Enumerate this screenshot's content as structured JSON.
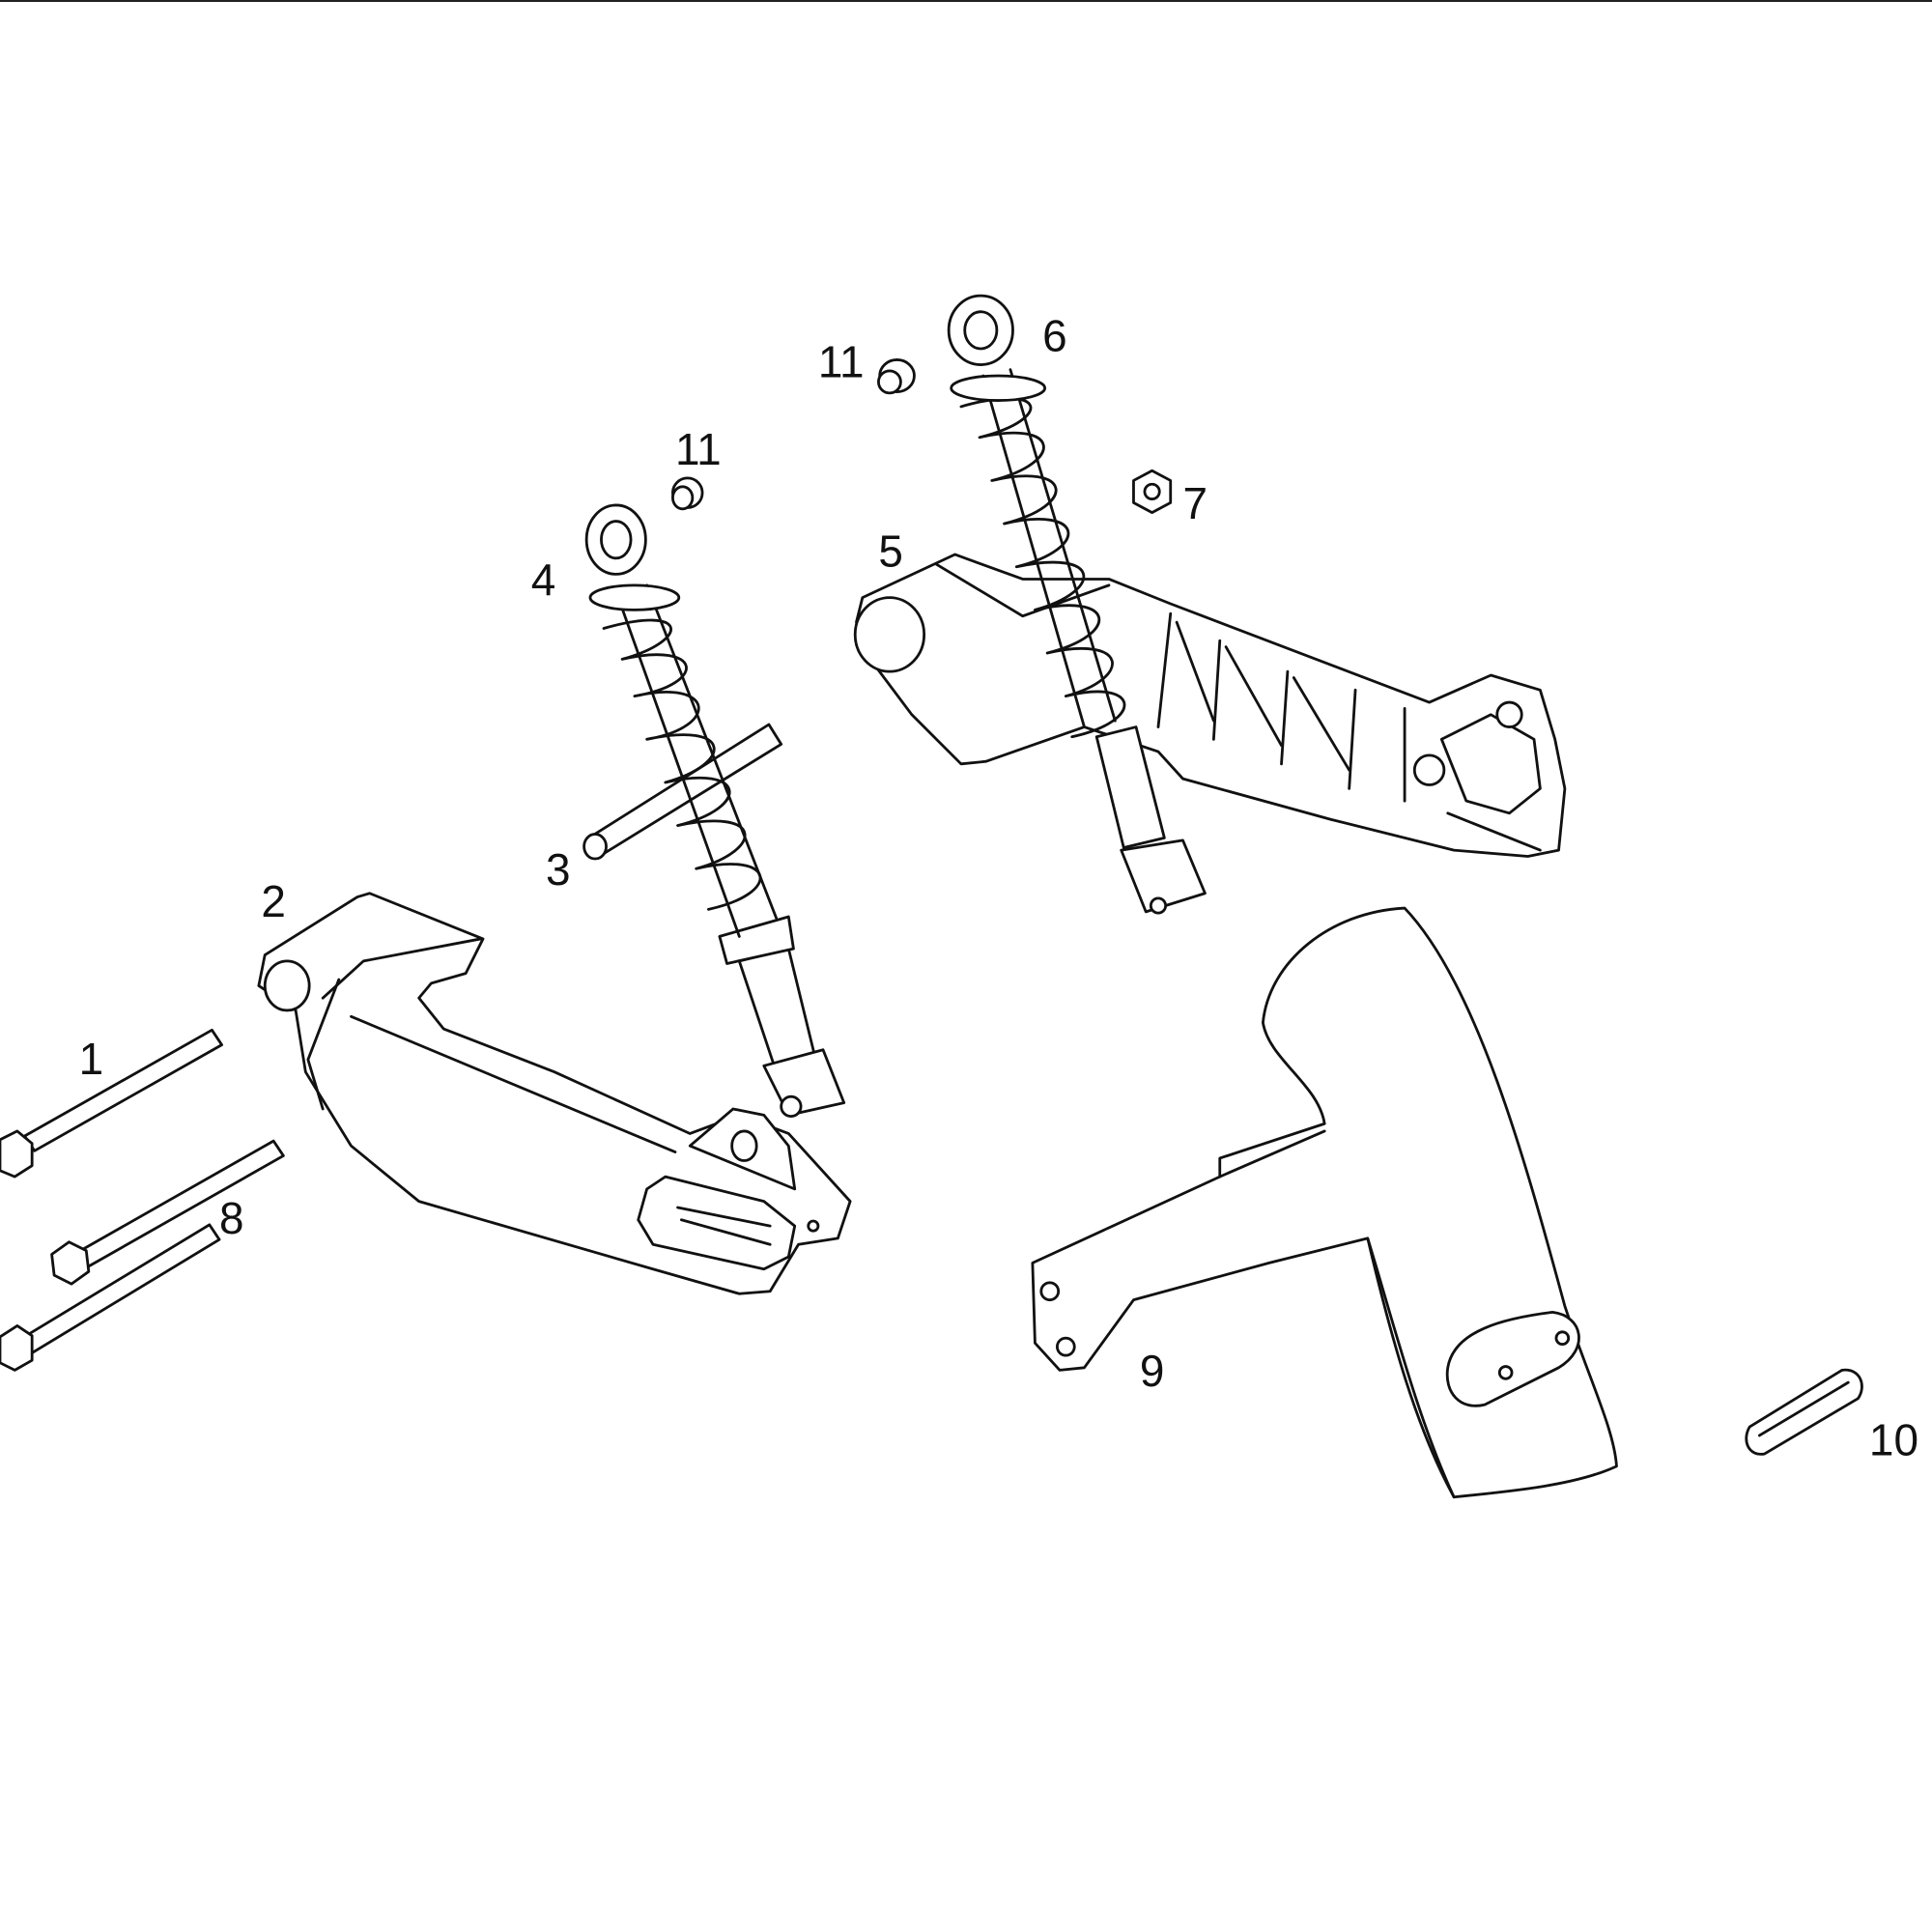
{
  "diagram": {
    "type": "exploded-parts-view",
    "colors": {
      "line": "#111111",
      "background": "#ffffff"
    },
    "callouts": [
      {
        "id": "1",
        "text": "1"
      },
      {
        "id": "2",
        "text": "2"
      },
      {
        "id": "3",
        "text": "3"
      },
      {
        "id": "4",
        "text": "4"
      },
      {
        "id": "5",
        "text": "5"
      },
      {
        "id": "6",
        "text": "6"
      },
      {
        "id": "7",
        "text": "7"
      },
      {
        "id": "8",
        "text": "8"
      },
      {
        "id": "9",
        "text": "9"
      },
      {
        "id": "10",
        "text": "10"
      },
      {
        "id": "11a",
        "text": "11"
      },
      {
        "id": "11b",
        "text": "11"
      }
    ]
  }
}
